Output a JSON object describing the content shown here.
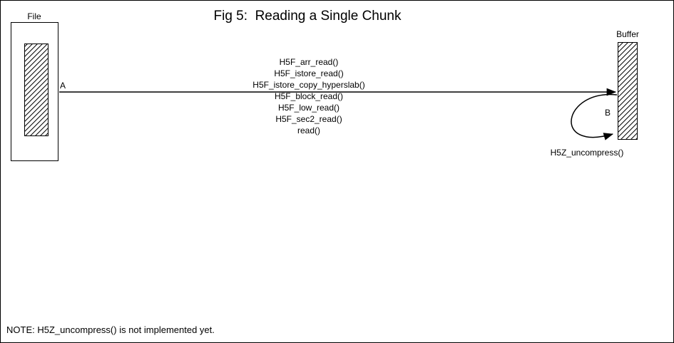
{
  "title": "Fig 5:  Reading a Single Chunk",
  "file": {
    "label": "File"
  },
  "buffer": {
    "label": "Buffer"
  },
  "arrow": {
    "from_label": "A"
  },
  "loop": {
    "point_label": "B",
    "label": "H5Z_uncompress()"
  },
  "call_stack": {
    "lines": [
      "H5F_arr_read()",
      "H5F_istore_read()",
      "H5F_istore_copy_hyperslab()",
      "H5F_block_read()",
      "H5F_low_read()",
      "H5F_sec2_read()",
      "read()"
    ]
  },
  "note": "NOTE: H5Z_uncompress() is not implemented yet.",
  "colors": {
    "ink": "#000000",
    "background": "#ffffff"
  }
}
